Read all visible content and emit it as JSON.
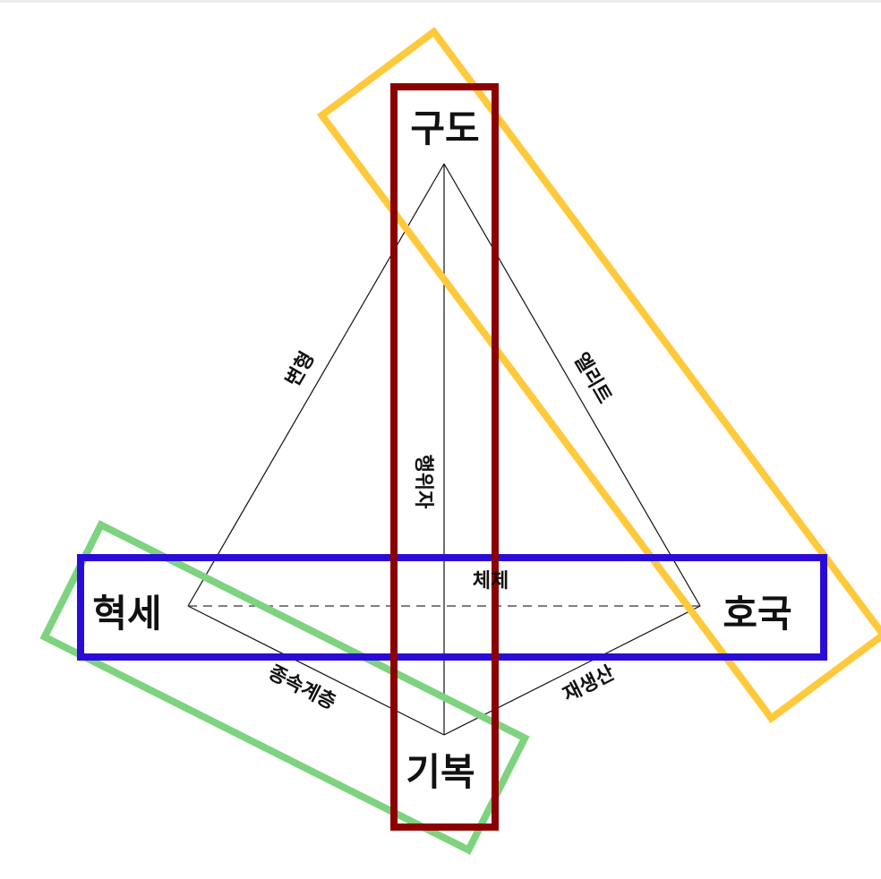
{
  "diagram": {
    "vertices": {
      "top": "구도",
      "left": "혁세",
      "right": "호국",
      "bottom": "기복"
    },
    "edge_labels": {
      "top_left": "변형",
      "top_right": "엘리트",
      "center_vertical": "행위자",
      "horizontal": "체제",
      "bottom_left": "종속계층",
      "bottom_right": "재생산"
    },
    "highlight_colors": {
      "vertical_box": "#8b0000",
      "horizontal_box": "#2a0cd6",
      "diagonal_right_box": "#ffc93c",
      "diagonal_left_box": "#7dd37f"
    },
    "line_color": "#111111",
    "dashed_baseline": true
  }
}
